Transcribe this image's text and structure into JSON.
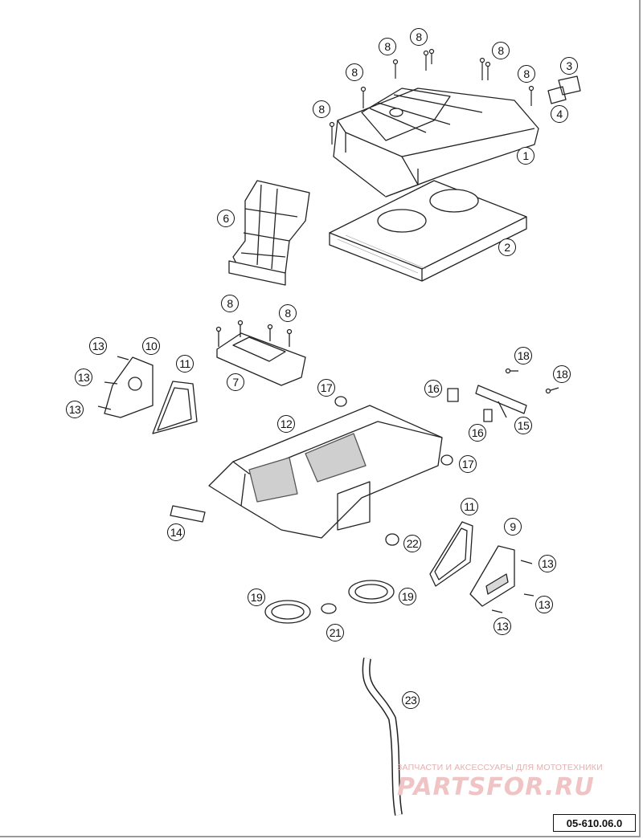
{
  "diagram": {
    "callouts": [
      {
        "id": "c1",
        "label": "1"
      },
      {
        "id": "c2",
        "label": "2"
      },
      {
        "id": "c3",
        "label": "3"
      },
      {
        "id": "c4",
        "label": "4"
      },
      {
        "id": "c6",
        "label": "6"
      },
      {
        "id": "c7",
        "label": "7"
      },
      {
        "id": "c8a",
        "label": "8"
      },
      {
        "id": "c8b",
        "label": "8"
      },
      {
        "id": "c8c",
        "label": "8"
      },
      {
        "id": "c8d",
        "label": "8"
      },
      {
        "id": "c8e",
        "label": "8"
      },
      {
        "id": "c8f",
        "label": "8"
      },
      {
        "id": "c8g",
        "label": "8"
      },
      {
        "id": "c8h",
        "label": "8"
      },
      {
        "id": "c9",
        "label": "9"
      },
      {
        "id": "c10",
        "label": "10"
      },
      {
        "id": "c11a",
        "label": "11"
      },
      {
        "id": "c11b",
        "label": "11"
      },
      {
        "id": "c12",
        "label": "12"
      },
      {
        "id": "c13a",
        "label": "13"
      },
      {
        "id": "c13b",
        "label": "13"
      },
      {
        "id": "c13c",
        "label": "13"
      },
      {
        "id": "c13d",
        "label": "13"
      },
      {
        "id": "c13e",
        "label": "13"
      },
      {
        "id": "c13f",
        "label": "13"
      },
      {
        "id": "c14",
        "label": "14"
      },
      {
        "id": "c15",
        "label": "15"
      },
      {
        "id": "c16a",
        "label": "16"
      },
      {
        "id": "c16b",
        "label": "16"
      },
      {
        "id": "c17a",
        "label": "17"
      },
      {
        "id": "c17b",
        "label": "17"
      },
      {
        "id": "c18a",
        "label": "18"
      },
      {
        "id": "c18b",
        "label": "18"
      },
      {
        "id": "c19a",
        "label": "19"
      },
      {
        "id": "c19b",
        "label": "19"
      },
      {
        "id": "c21",
        "label": "21"
      },
      {
        "id": "c22",
        "label": "22"
      },
      {
        "id": "c23",
        "label": "23"
      }
    ],
    "code": "05-610.06.0"
  },
  "watermark": {
    "caption": "ЗАПЧАСТИ И АКСЕССУАРЫ ДЛЯ МОТОТЕХНИКИ",
    "logo": "PARTSFOR.RU"
  },
  "colors": {
    "line": "#222222",
    "fill": "#ffffff",
    "mesh": "#8a8a8a",
    "watermark": "#f0c4c4"
  }
}
